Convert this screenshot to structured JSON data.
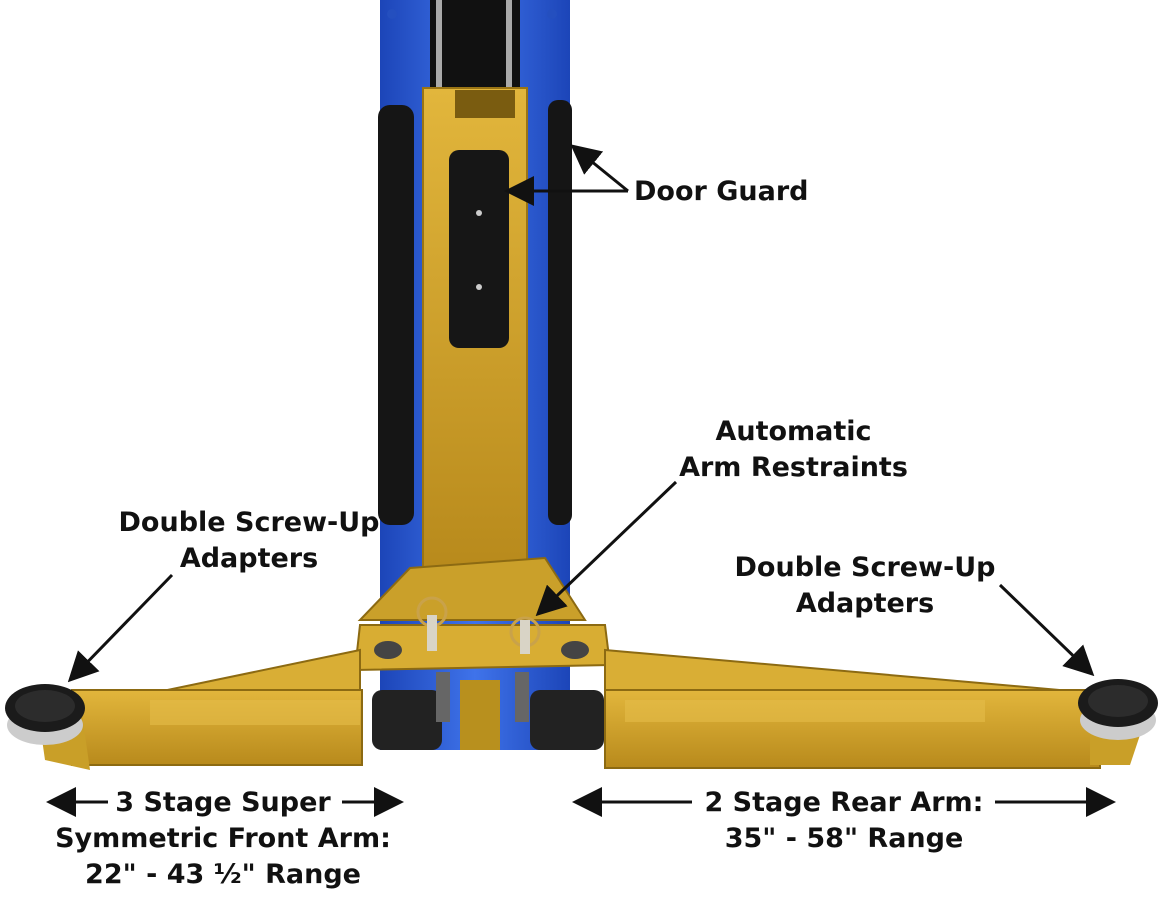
{
  "labels": {
    "door_guard": "Door Guard",
    "arm_restraints": [
      "Automatic",
      "Arm Restraints"
    ],
    "left_adapters": [
      "Double Screw-Up",
      "Adapters"
    ],
    "right_adapters": [
      "Double Screw-Up",
      "Adapters"
    ],
    "front_arm": [
      "3 Stage Super",
      "Symmetric Front Arm:",
      "22\" - 43 ½\" Range"
    ],
    "rear_arm": [
      "2 Stage Rear Arm:",
      "35\" - 58\" Range"
    ]
  },
  "colors": {
    "column_blue": "#2c5fd6",
    "arm_yellow": "#d4a62a",
    "rubber_black": "#1a1a1a",
    "label_text": "#111111"
  }
}
